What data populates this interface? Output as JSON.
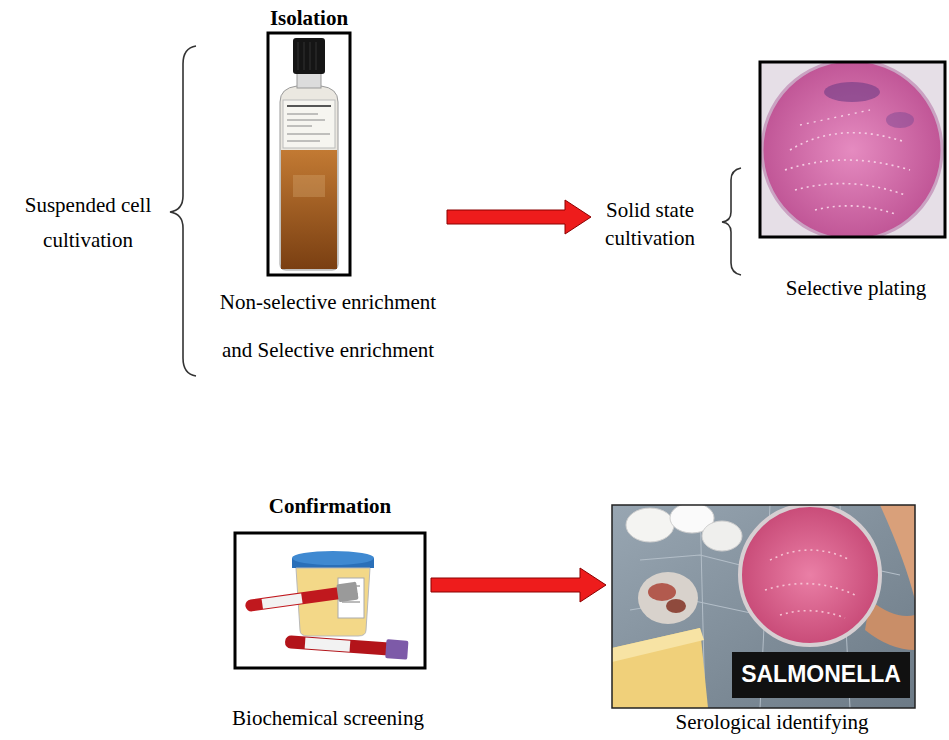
{
  "diagram": {
    "nodes": [
      {
        "text": [
          "Isolation",
          "Suspended cell cultivation",
          "Non-selective enrichment and Selective enrichment"
        ]
      },
      {
        "text": [
          "Solid state cultivation",
          "Selective plating"
        ]
      },
      {
        "text": [
          "Confirmation",
          "Biochemical screening"
        ]
      },
      {
        "text": [
          "SALMONELLA",
          "Serological identifying"
        ]
      }
    ],
    "edges": [
      {
        "from": 0,
        "to": 1,
        "arrow": "to"
      },
      {
        "from": 2,
        "to": 3,
        "arrow": "to"
      }
    ]
  }
}
